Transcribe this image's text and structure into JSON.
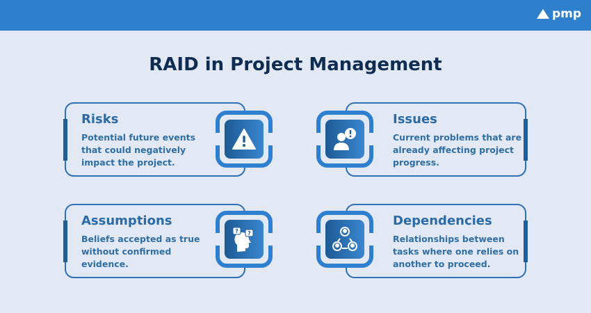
{
  "header": {
    "logo_text": "pmp"
  },
  "title": "RAID in Project Management",
  "cards": [
    {
      "heading": "Risks",
      "text": "Potential future events that could negatively impact the project.",
      "icon": "warning-icon"
    },
    {
      "heading": "Issues",
      "text": "Current problems that are already affecting project progress.",
      "icon": "person-alert-icon"
    },
    {
      "heading": "Assumptions",
      "text": "Beliefs accepted as true without confirmed evidence.",
      "icon": "head-question-icon"
    },
    {
      "heading": "Dependencies",
      "text": "Relationships between tasks where one relies on another to proceed.",
      "icon": "people-network-icon"
    }
  ],
  "colors": {
    "header": "#2f80cc",
    "background": "#e3e9f4",
    "title": "#0f2d52",
    "accent": "#2a6aa6"
  }
}
